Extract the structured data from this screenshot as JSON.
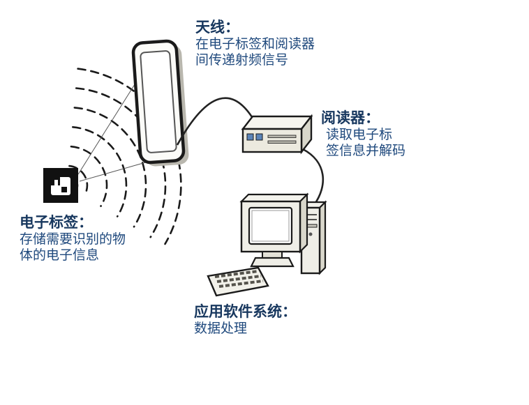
{
  "page": {
    "background": "#ffffff",
    "description": "RFID system diagram: electronic tag, antenna, reader and application software system"
  },
  "colors": {
    "heading_text": "#17375e",
    "body_text": "#1f497d",
    "line_art": "#1a1a1a",
    "device_fill": "#efeee7",
    "device_shade": "#d9d7cb",
    "reader_port_blue": "#5b84b8"
  },
  "labels": {
    "antenna": {
      "title": "天线：",
      "lines": [
        "在电子标签和阅读器",
        "间传递射频信号"
      ]
    },
    "reader": {
      "title": "阅读器：",
      "lines": [
        "读取电子标",
        "签信息并解码"
      ]
    },
    "tag": {
      "title": "电子标签：",
      "lines": [
        "存储需要识别的物",
        "体的电子信息"
      ]
    },
    "software": {
      "title": "应用软件系统：",
      "lines": [
        "数据处理"
      ]
    }
  },
  "components": [
    "rfid-tag-icon",
    "radio-waves-icon",
    "antenna-panel-icon",
    "reader-device-icon",
    "desktop-computer-icon",
    "keyboard-icon"
  ]
}
